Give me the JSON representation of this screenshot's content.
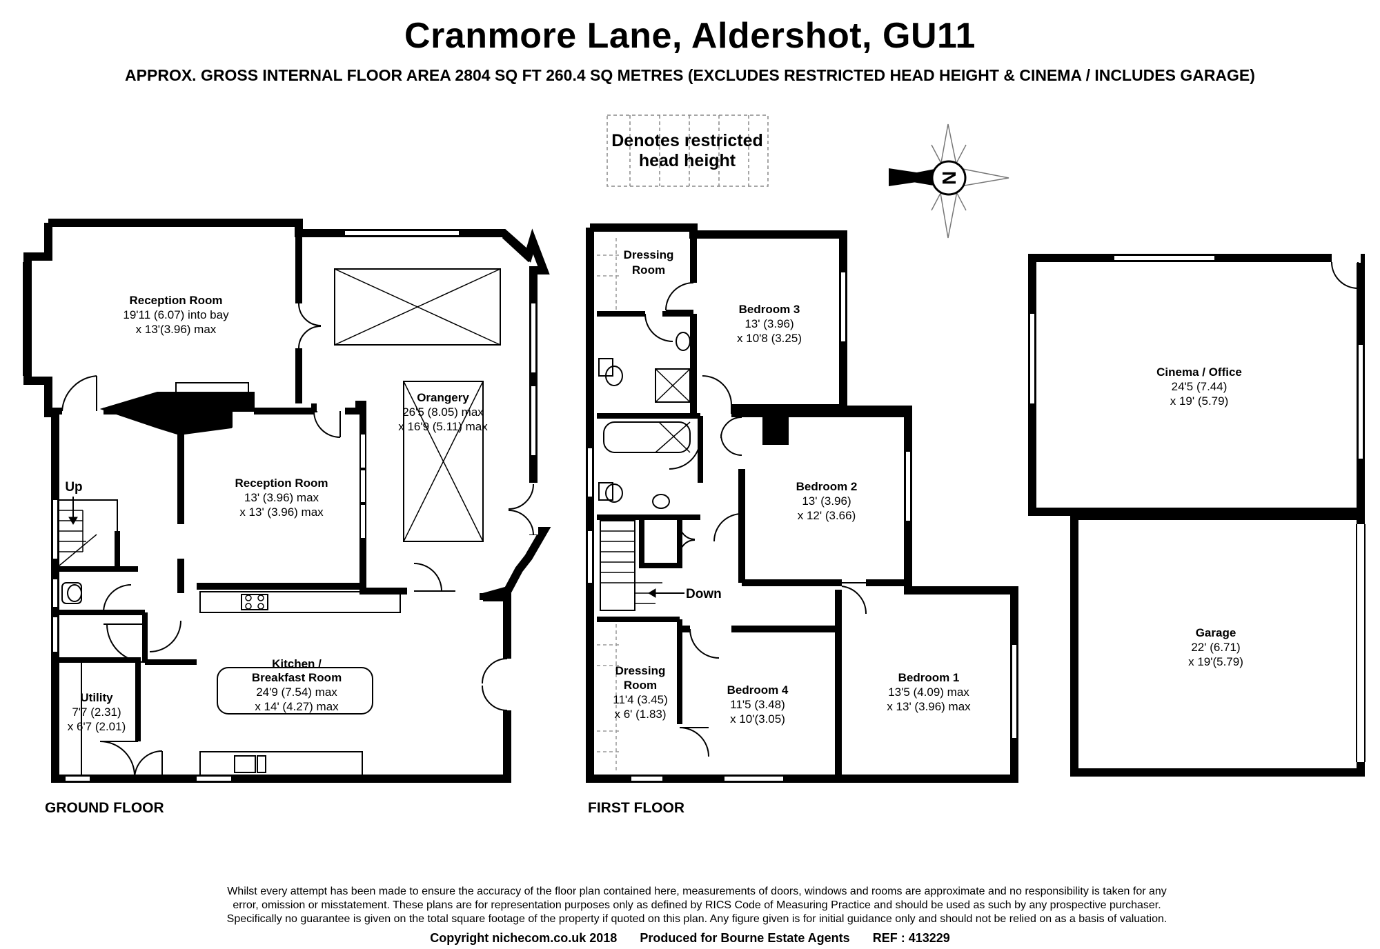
{
  "header": {
    "title": "Cranmore Lane, Aldershot, GU11",
    "subtitle": "APPROX. GROSS INTERNAL FLOOR AREA 2804 SQ FT 260.4 SQ METRES (EXCLUDES RESTRICTED HEAD HEIGHT & CINEMA / INCLUDES GARAGE)"
  },
  "key": {
    "line1": "Denotes restricted",
    "line2": "head height"
  },
  "compass": {
    "letter": "N"
  },
  "floors": {
    "ground": "GROUND FLOOR",
    "first": "FIRST FLOOR"
  },
  "ground_rooms": {
    "reception1": {
      "name": "Reception Room",
      "dim1": "19'11 (6.07) into bay",
      "dim2": "x 13'(3.96) max"
    },
    "orangery": {
      "name": "Orangery",
      "dim1": "26'5 (8.05) max",
      "dim2": "x 16'9 (5.11) max"
    },
    "reception2": {
      "name": "Reception Room",
      "dim1": "13' (3.96) max",
      "dim2": "x 13' (3.96) max"
    },
    "up": "Up",
    "kitchen": {
      "name1": "Kitchen /",
      "name2": "Breakfast Room",
      "dim1": "24'9 (7.54) max",
      "dim2": "x 14' (4.27) max"
    },
    "utility": {
      "name": "Utility",
      "dim1": "7'7 (2.31)",
      "dim2": "x 6'7 (2.01)"
    }
  },
  "first_rooms": {
    "dressing1": {
      "name1": "Dressing",
      "name2": "Room"
    },
    "bedroom3": {
      "name": "Bedroom 3",
      "dim1": "13' (3.96)",
      "dim2": "x 10'8 (3.25)"
    },
    "bedroom2": {
      "name": "Bedroom 2",
      "dim1": "13' (3.96)",
      "dim2": "x 12' (3.66)"
    },
    "down": "Down",
    "dressing2": {
      "name1": "Dressing",
      "name2": "Room",
      "dim1": "11'4 (3.45)",
      "dim2": "x 6' (1.83)"
    },
    "bedroom4": {
      "name": "Bedroom 4",
      "dim1": "11'5 (3.48)",
      "dim2": "x 10'(3.05)"
    },
    "bedroom1": {
      "name": "Bedroom 1",
      "dim1": "13'5 (4.09) max",
      "dim2": "x 13' (3.96) max"
    }
  },
  "outbuilding": {
    "cinema": {
      "name": "Cinema / Office",
      "dim1": "24'5 (7.44)",
      "dim2": "x 19' (5.79)"
    },
    "garage": {
      "name": "Garage",
      "dim1": "22' (6.71)",
      "dim2": "x 19'(5.79)"
    }
  },
  "footer": {
    "disclaimer1": "Whilst every attempt has been made to ensure the accuracy of the floor plan contained here, measurements of doors, windows and rooms are approximate and no responsibility is taken for any",
    "disclaimer2": "error, omission or misstatement. These plans are for representation purposes only as defined by RICS Code of Measuring Practice and should be used as such by any prospective purchaser.",
    "disclaimer3": "Specifically no guarantee is given on the total square footage of the property if quoted on this plan. Any figure given is for initial guidance only and should not be relied on as a basis of valuation.",
    "copyright": "Copyright nichecom.co.uk 2018",
    "produced": "Produced for Bourne Estate Agents",
    "ref": "REF : 413229"
  }
}
